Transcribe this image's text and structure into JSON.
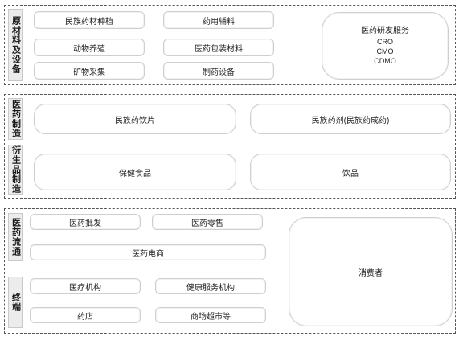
{
  "raw_materials": {
    "label": "原材料及设备",
    "items": [
      "民族药材种植",
      "药用辅料",
      "动物养殖",
      "医药包装材料",
      "矿物采集",
      "制药设备"
    ],
    "rd": {
      "title": "医药研发服务",
      "services": [
        "CRO",
        "CMO",
        "CDMO"
      ]
    }
  },
  "manufacturing": {
    "label": "医药制造",
    "items": [
      "民族药饮片",
      "民族药剂(民族药成药)"
    ]
  },
  "derivatives": {
    "label": "衍生品制造",
    "items": [
      "保健食品",
      "饮品"
    ]
  },
  "circulation": {
    "label": "医药流通",
    "items": [
      "医药批发",
      "医药零售",
      "医药电商"
    ]
  },
  "terminal": {
    "label": "终端",
    "items": [
      "医疗机构",
      "健康服务机构",
      "药店",
      "商场超市等"
    ]
  },
  "consumer": {
    "label": "消费者"
  }
}
